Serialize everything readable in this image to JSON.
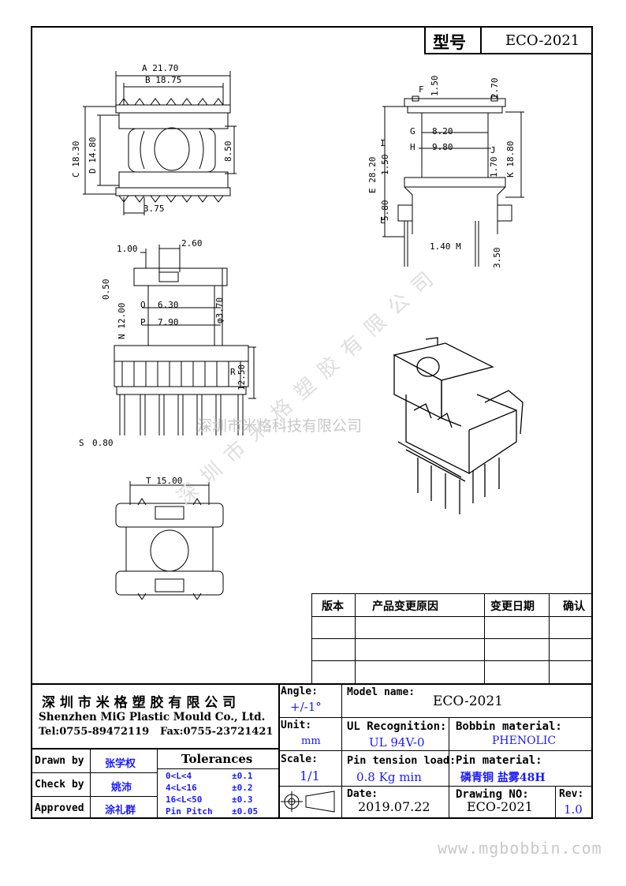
{
  "header": {
    "model_label": "型号",
    "model_value": "ECO-2021"
  },
  "watermark": {
    "company": "深圳市米格科技有限公司",
    "diag": "深圳市米格塑胶有限公司"
  },
  "website": "www.mgbobbin.com",
  "dims": {
    "A": "A 21.70",
    "B": "B 18.75",
    "C": "C 18.30",
    "D": "D 14.80",
    "d850": "8.50",
    "d375": "3.75",
    "F": "F",
    "F1": "1.50",
    "d270": "2.70",
    "G": "G",
    "G1": "8.20",
    "H": "H",
    "H1": "9.80",
    "I": "I",
    "I1": "1.50",
    "J": "J",
    "J1": "1.70",
    "K": "K 18.80",
    "E": "E 28.20",
    "L": "L",
    "L1": "5.80",
    "M": "1.40 M",
    "d350": "3.50",
    "d100": "1.00",
    "d260": "2.60",
    "d050": "0.50",
    "O": "O",
    "O1": "6.30",
    "P": "P",
    "P1": "7.90",
    "phi": "φ3.70",
    "N": "N 12.00",
    "R": "R",
    "R1": "12.50",
    "S": "S",
    "S1": "0.80",
    "T": "T 15.00"
  },
  "revision": {
    "headers": [
      "版本",
      "产品变更原因",
      "变更日期",
      "确认"
    ],
    "rows": 3
  },
  "title_block": {
    "company_cn": "深 圳 市 米 格 塑 胶 有 限 公 司",
    "company_en": "Shenzhen MiG Plastic Mould Co., Ltd.",
    "tel": "Tel:0755-89472119",
    "fax": "Fax:0755-23721421",
    "angle_label": "Angle:",
    "angle_value": "+/-1°",
    "unit_label": "Unit:",
    "unit_value": "mm",
    "scale_label": "Scale:",
    "scale_value": "1/1",
    "model_name_label": "Model name:",
    "model_name_value": "ECO-2021",
    "ul_label": "UL Recognition:",
    "ul_value": "UL 94V-0",
    "bobbin_label": "Bobbin material:",
    "bobbin_value": "PHENOLIC",
    "pin_tension_label": "Pin tension load:",
    "pin_tension_value": "0.8 Kg min",
    "pin_material_label": "Pin material:",
    "pin_material_value": "磷青铜 盐雾48H",
    "date_label": "Date:",
    "date_value": "2019.07.22",
    "drawing_label": "Drawing NO:",
    "drawing_value": "ECO-2021",
    "rev_label": "Rev:",
    "rev_value": "1.0",
    "drawn_label": "Drawn by",
    "drawn_value": "张学权",
    "check_label": "Check by",
    "check_value": "姚沛",
    "approved_label": "Approved",
    "approved_value": "涂礼群",
    "tol_title": "Tolerances",
    "tolerances": [
      {
        "range": "0<L<4",
        "value": "±0.1"
      },
      {
        "range": "4<L<16",
        "value": "±0.2"
      },
      {
        "range": "16<L<50",
        "value": "±0.3"
      },
      {
        "range": "Pin Pitch",
        "value": "±0.05"
      }
    ]
  }
}
